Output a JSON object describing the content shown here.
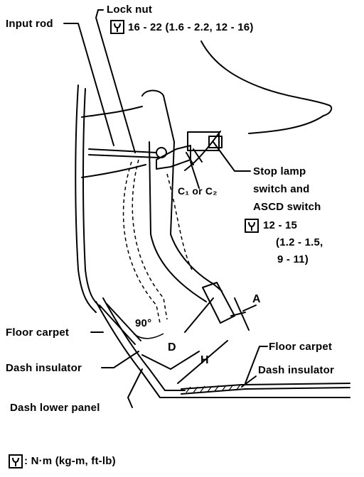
{
  "labels": {
    "lock_nut": "Lock nut",
    "input_rod": "Input rod",
    "lock_nut_torque": "16 - 22 (1.6 - 2.2, 12 - 16)",
    "stop_lamp_line1": "Stop lamp",
    "stop_lamp_line2": "switch and",
    "stop_lamp_line3": "ASCD switch",
    "stop_lamp_torque1": "12 - 15",
    "stop_lamp_torque2": "(1.2 - 1.5,",
    "stop_lamp_torque3": "9 - 11)",
    "clearance": "C₁ or C₂",
    "floor_carpet_left": "Floor carpet",
    "dash_insulator_left": "Dash insulator",
    "dash_lower_panel": "Dash lower panel",
    "floor_carpet_right": "Floor carpet",
    "dash_insulator_right": "Dash insulator",
    "angle": "90°",
    "dim_a": "A",
    "dim_d": "D",
    "dim_h": "H",
    "legend": ": N·m (kg-m, ft-lb)"
  },
  "icons": {
    "torque": "torque-wrench-icon"
  }
}
